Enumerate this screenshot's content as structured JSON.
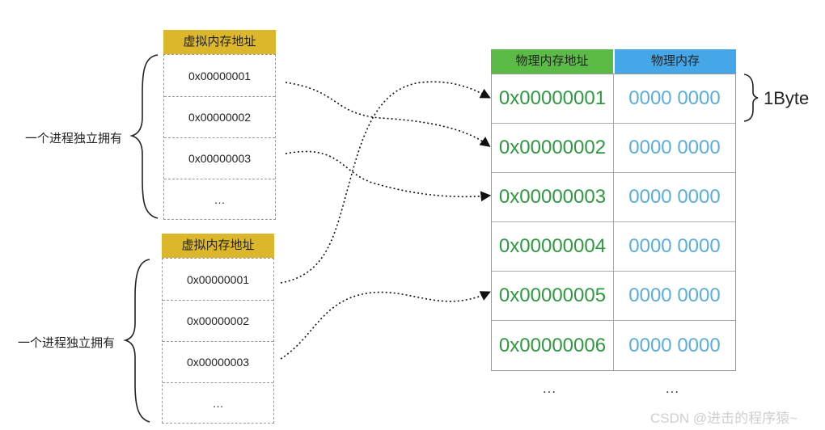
{
  "virtual_tables": [
    {
      "header": "虚拟内存地址",
      "rows": [
        "0x00000001",
        "0x00000002",
        "0x00000003",
        "…"
      ],
      "side_label": "一个进程独立拥有"
    },
    {
      "header": "虚拟内存地址",
      "rows": [
        "0x00000001",
        "0x00000002",
        "0x00000003",
        "…"
      ],
      "side_label": "一个进程独立拥有"
    }
  ],
  "physical_table": {
    "header_addr": "物理内存地址",
    "header_mem": "物理内存",
    "rows": [
      {
        "addr": "0x00000001",
        "value": "0000 0000"
      },
      {
        "addr": "0x00000002",
        "value": "0000 0000"
      },
      {
        "addr": "0x00000003",
        "value": "0000 0000"
      },
      {
        "addr": "0x00000004",
        "value": "0000 0000"
      },
      {
        "addr": "0x00000005",
        "value": "0000 0000"
      },
      {
        "addr": "0x00000006",
        "value": "0000 0000"
      }
    ],
    "ellipsis": "…",
    "byte_label": "1Byte"
  },
  "mappings": [
    {
      "from": "process1:0x00000001",
      "to": "0x00000002"
    },
    {
      "from": "process1:0x00000003",
      "to": "0x00000003"
    },
    {
      "from": "process2:0x00000001",
      "to": "0x00000001"
    },
    {
      "from": "process2:0x00000003",
      "to": "0x00000005"
    }
  ],
  "watermark": "CSDN @进击的程序猿~",
  "colors": {
    "virtual_header": "#dcb72b",
    "physical_addr_header": "#5cba47",
    "physical_mem_header": "#45a6e8",
    "addr_text": "#2e9a3f",
    "value_text": "#5aaede"
  }
}
